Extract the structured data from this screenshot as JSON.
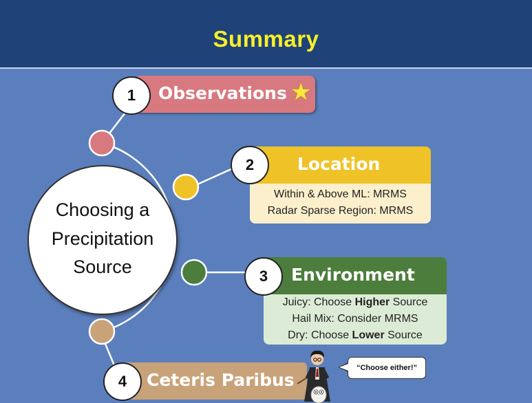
{
  "title": "Summary",
  "center": {
    "lines": [
      "Choosing a",
      "Precipitation",
      "Source"
    ]
  },
  "steps": [
    {
      "number": "1",
      "label": "Observations",
      "color": "#d8787f"
    },
    {
      "number": "2",
      "label": "Location",
      "color": "#efc328",
      "details": [
        "Within & Above ML: MRMS",
        "Radar Sparse Region: MRMS"
      ]
    },
    {
      "number": "3",
      "label": "Environment",
      "color": "#4c7d3c",
      "details": [
        {
          "pre": "Juicy: Choose ",
          "bold": "Higher",
          "post": " Source"
        },
        {
          "pre": "Hail Mix: Consider MRMS",
          "bold": "",
          "post": ""
        },
        {
          "pre": "Dry: Choose ",
          "bold": "Lower",
          "post": " Source"
        }
      ]
    },
    {
      "number": "4",
      "label": "Ceteris Paribus",
      "color": "#c8a279"
    }
  ],
  "speech_bubble": "“Choose either!”",
  "colors": {
    "header": "#1f4278",
    "background": "#5b7fbd",
    "title": "#f7ef2a"
  },
  "icons": [
    "star-icon",
    "wizard-character-icon",
    "owl-icon"
  ]
}
